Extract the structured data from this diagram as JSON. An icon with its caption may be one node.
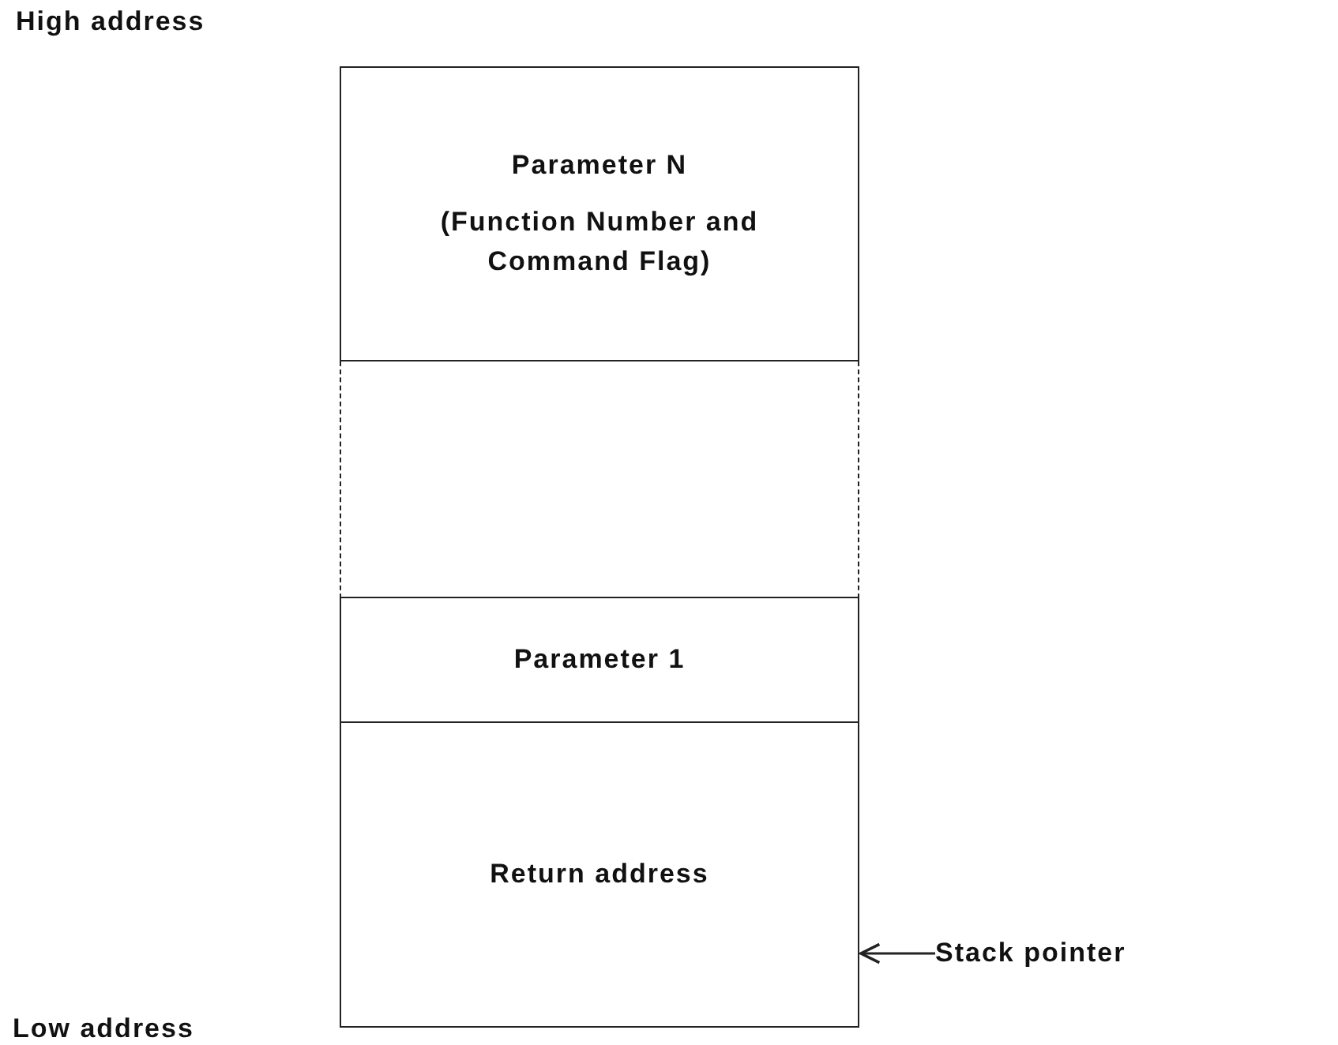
{
  "diagram": {
    "nodes": [
      {
        "text": [
          "Parameter N",
          "(Function Number and Command Flag)"
        ]
      },
      {
        "text": [],
        "shape": "box"
      },
      {
        "text": [
          "Parameter 1"
        ]
      },
      {
        "text": [
          "Return address"
        ]
      },
      {
        "text": [
          "Stack pointer"
        ]
      }
    ],
    "edges": [
      {
        "from": 4,
        "to": 3,
        "arrow": "to"
      }
    ],
    "labels": [
      "High address",
      "Low address"
    ]
  }
}
